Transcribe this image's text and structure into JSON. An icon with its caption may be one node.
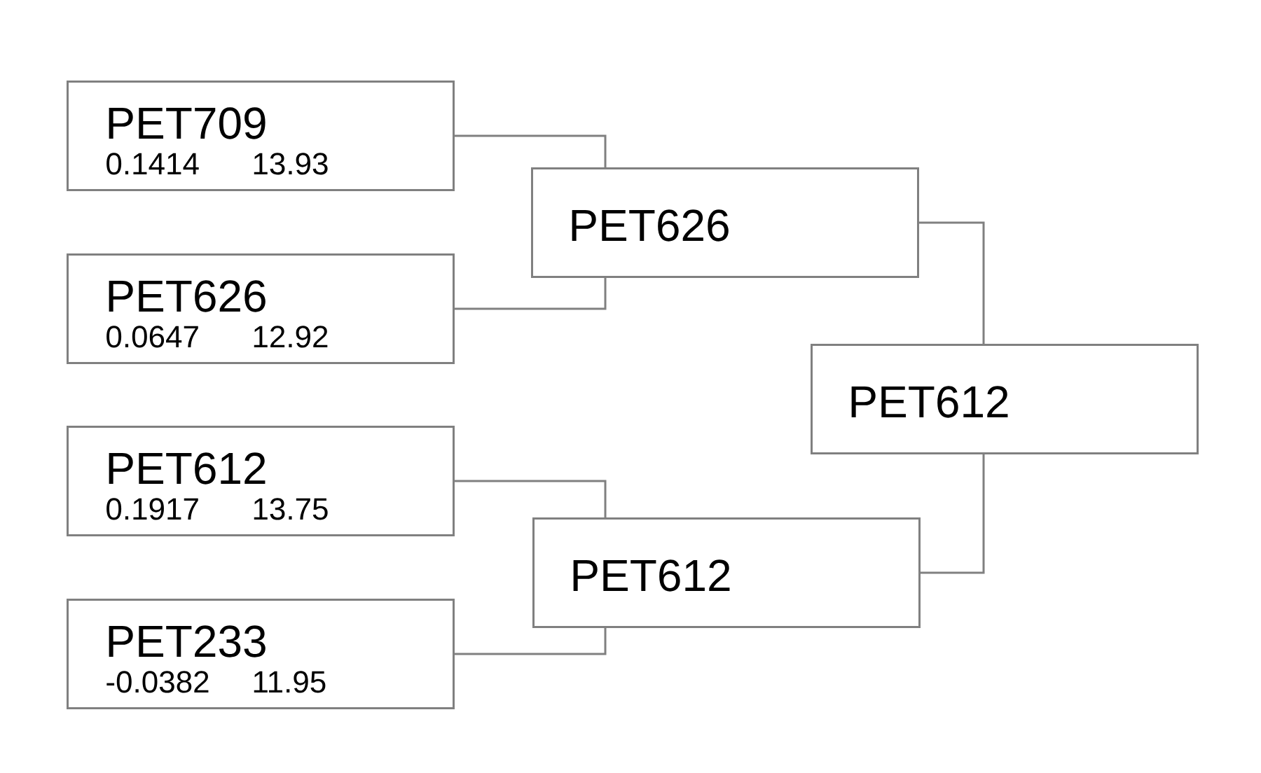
{
  "diagram": {
    "nodes": [
      {
        "text": [
          "PET709",
          "0.1414",
          "13.93"
        ]
      },
      {
        "text": [
          "PET626",
          "0.0647",
          "12.92"
        ]
      },
      {
        "text": [
          "PET612",
          "0.1917",
          "13.75"
        ]
      },
      {
        "text": [
          "PET233",
          "-0.0382",
          "11.95"
        ]
      },
      {
        "text": [
          "PET626"
        ]
      },
      {
        "text": [
          "PET612"
        ]
      },
      {
        "text": [
          "PET612"
        ]
      }
    ],
    "edges": [
      {
        "from": 0,
        "to": 4,
        "arrow": "none"
      },
      {
        "from": 1,
        "to": 4,
        "arrow": "none"
      },
      {
        "from": 2,
        "to": 5,
        "arrow": "none"
      },
      {
        "from": 3,
        "to": 5,
        "arrow": "none"
      },
      {
        "from": 4,
        "to": 6,
        "arrow": "none"
      },
      {
        "from": 5,
        "to": 6,
        "arrow": "none"
      }
    ]
  }
}
